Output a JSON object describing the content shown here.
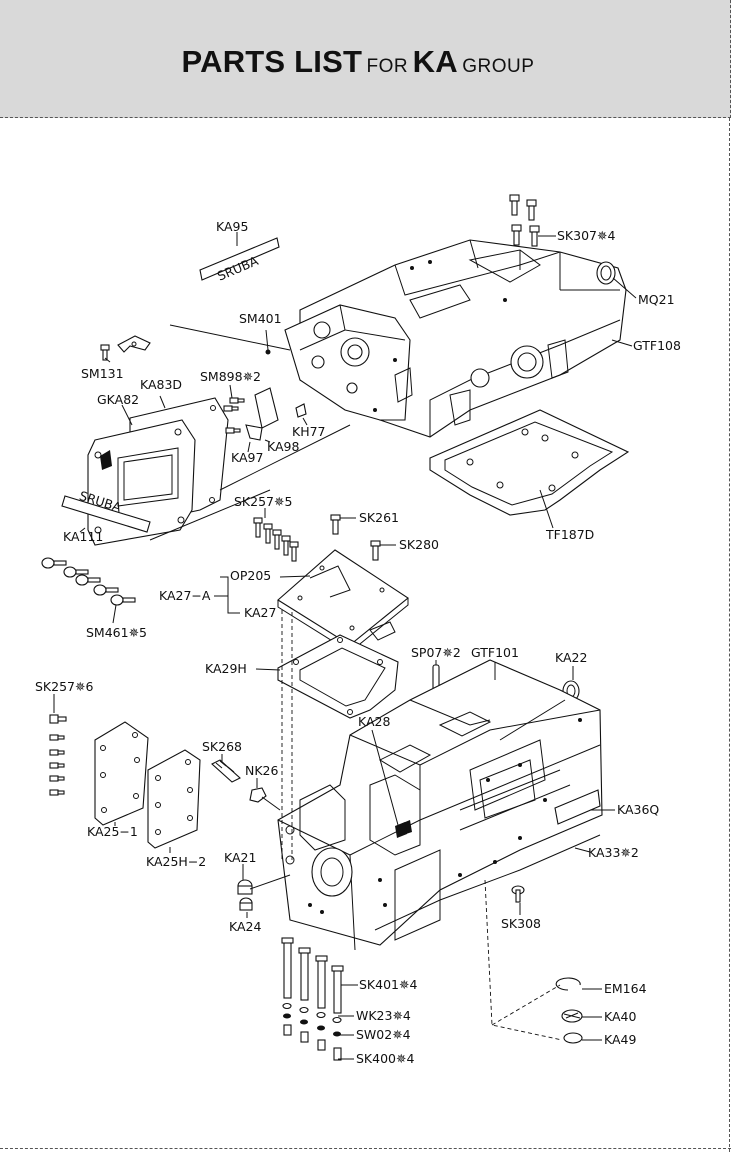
{
  "header": {
    "title_part1": "PARTS LIST",
    "title_part2": "FOR",
    "title_part3": "KA",
    "title_part4": "GROUP"
  },
  "nameplate_text": "SRUBA",
  "labels": {
    "ka95": "KA95",
    "sk307": "SK307✵4",
    "mq21": "MQ21",
    "sm401": "SM401",
    "gtf108": "GTF108",
    "sm131": "SM131",
    "ka83d": "KA83D",
    "sm898": "SM898✵2",
    "gka82": "GKA82",
    "kh77": "KH77",
    "ka98": "KA98",
    "ka97": "KA97",
    "sk257_5": "SK257✵5",
    "sk261": "SK261",
    "tf187d": "TF187D",
    "ka111": "KA111",
    "sk280": "SK280",
    "op205": "OP205",
    "ka27a": "KA27−A",
    "ka27": "KA27",
    "sm461": "SM461✵5",
    "ka29h": "KA29H",
    "sp07": "SP07✵2",
    "gtf101": "GTF101",
    "ka22": "KA22",
    "sk257_6": "SK257✵6",
    "ka28": "KA28",
    "sk268": "SK268",
    "nk26": "NK26",
    "ka36q": "KA36Q",
    "ka25_1": "KA25−1",
    "ka33": "KA33✵2",
    "ka25h2": "KA25H−2",
    "ka21": "KA21",
    "sk308": "SK308",
    "ka24": "KA24",
    "sk401": "SK401✵4",
    "em164": "EM164",
    "wk23": "WK23✵4",
    "ka40": "KA40",
    "sw02": "SW02✵4",
    "ka49": "KA49",
    "sk400": "SK400✵4"
  }
}
